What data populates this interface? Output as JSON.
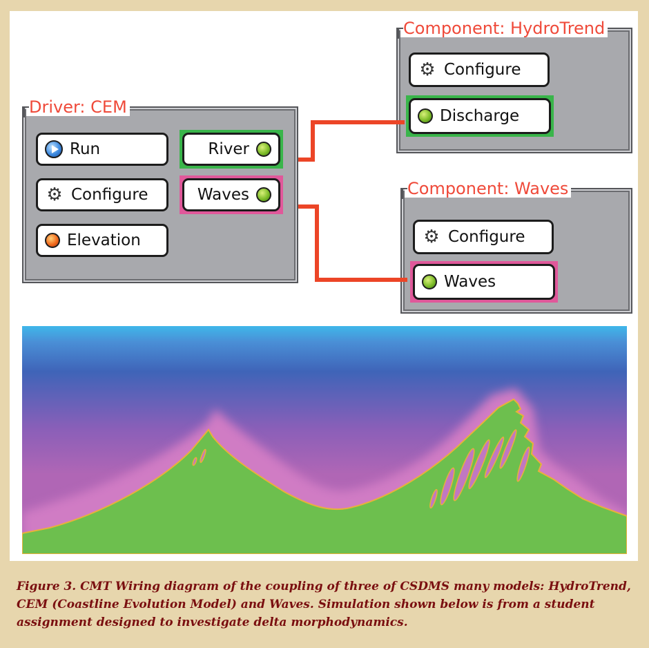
{
  "driver": {
    "title": "Driver: CEM",
    "buttons": {
      "run": "Run",
      "configure": "Configure",
      "elevation": "Elevation"
    },
    "ports": {
      "river": "River",
      "waves": "Waves"
    }
  },
  "hydrotrend": {
    "title": "Component: HydroTrend",
    "configure": "Configure",
    "discharge": "Discharge"
  },
  "waves_component": {
    "title": "Component: Waves",
    "configure": "Configure",
    "waves": "Waves"
  },
  "colors": {
    "wire": "#ec4527",
    "title_text": "#ef4a3a",
    "port_uses": "#39b54a",
    "port_provides": "#e0589a",
    "land": "#6dbf4e",
    "sea": "#b066b5",
    "deep_water": "#3f64b8",
    "caption_text": "#7a0f10",
    "page_background": "#e7d6ad"
  },
  "icons": [
    "play-icon",
    "gear-icon",
    "status-dot-icon"
  ],
  "caption": "Figure 3.  CMT Wiring diagram of the coupling of three of CSDMS many models: HydroTrend, CEM (Coastline Evolution Model) and Waves. Simulation shown below is from a student assignment designed to investigate delta morphodynamics."
}
